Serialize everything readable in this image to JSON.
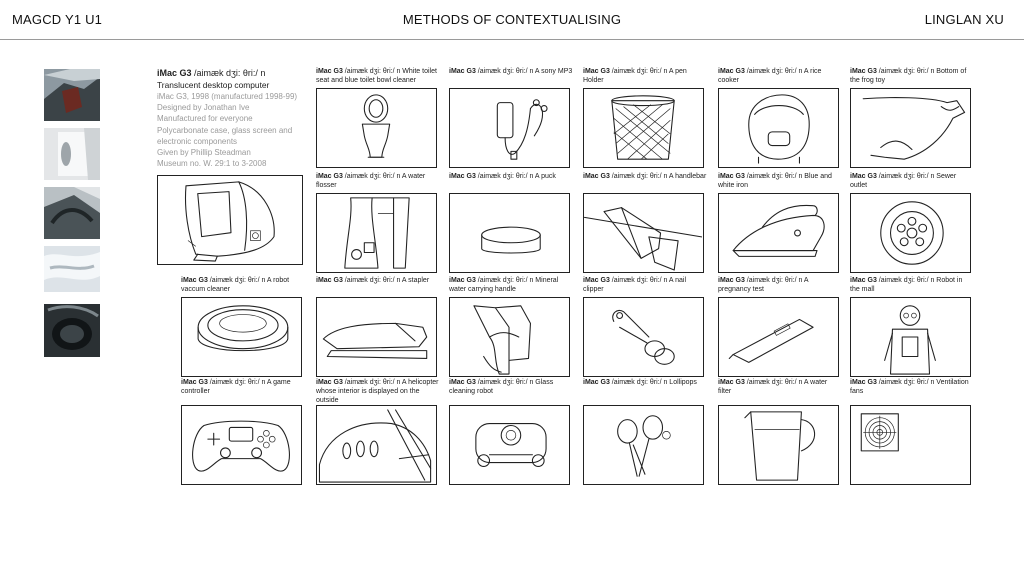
{
  "header": {
    "left": "MAGCD Y1 U1",
    "center": "METHODS OF CONTEXTUALISING",
    "right": "LINGLAN XU"
  },
  "intro": {
    "title_bold": "iMac G3",
    "title_phon": " /aimæk  dʒi: θri:/ n",
    "subtitle": "Translucent desktop computer",
    "lines": [
      "iMac G3, 1998 (manufactured 1998-99)",
      "Designed by Jonathan Ive",
      "Manufactured for everyone",
      "Polycarbonate case, glass screen and",
      "electronic components",
      "Given by Phillip Steadman",
      "Museum no. W. 29:1 to 3-2008"
    ]
  },
  "cells": [
    {
      "bold": "iMac G3",
      "phon": " /aimæk  dʒi: θri:/ n",
      "text": " White toilet seat and blue toilet bowl cleaner",
      "icon": "toilet-icon"
    },
    {
      "bold": "iMac G3",
      "phon": " /aimæk  dʒi: θri:/ n",
      "text": " A sony MP3",
      "icon": "mp3-player-icon"
    },
    {
      "bold": "iMac G3",
      "phon": " /aimæk  dʒi: θri:/ n",
      "text": " A pen Holder",
      "icon": "pen-holder-icon"
    },
    {
      "bold": "iMac G3",
      "phon": " /aimæk  dʒi: θri:/ n",
      "text": " A rice cooker",
      "icon": "rice-cooker-icon"
    },
    {
      "bold": "iMac G3",
      "phon": " /aimæk  dʒi: θri:/ n",
      "text": " Bottom of the frog toy",
      "icon": "frog-toy-icon"
    },
    {
      "bold": "iMac G3",
      "phon": " /aimæk  dʒi: θri:/ n",
      "text": " A water flosser",
      "icon": "water-flosser-icon"
    },
    {
      "bold": "iMac G3",
      "phon": " /aimæk  dʒi: θri:/ n",
      "text": " A puck",
      "icon": "puck-icon"
    },
    {
      "bold": "iMac G3",
      "phon": " /aimæk  dʒi: θri:/ n",
      "text": " A handlebar",
      "icon": "handlebar-icon"
    },
    {
      "bold": "iMac G3",
      "phon": " /aimæk  dʒi: θri:/ n",
      "text": " Blue and white iron",
      "icon": "iron-icon"
    },
    {
      "bold": "iMac G3",
      "phon": " /aimæk  dʒi: θri:/ n",
      "text": " Sewer outlet",
      "icon": "sewer-outlet-icon"
    },
    {
      "bold": "iMac G3",
      "phon": " /aimæk  dʒi: θri:/ n",
      "text": " A robot vaccum cleaner",
      "icon": "robot-vacuum-icon"
    },
    {
      "bold": "iMac G3",
      "phon": " /aimæk  dʒi: θri:/ n",
      "text": " A stapler",
      "icon": "stapler-icon"
    },
    {
      "bold": "iMac G3",
      "phon": " /aimæk  dʒi: θri:/ n",
      "text": " Mineral water carrying handle",
      "icon": "water-handle-icon"
    },
    {
      "bold": "iMac G3",
      "phon": " /aimæk  dʒi: θri:/ n",
      "text": " A nail clipper",
      "icon": "nail-clipper-icon"
    },
    {
      "bold": "iMac G3",
      "phon": " /aimæk  dʒi: θri:/ n",
      "text": " A pregnancy test",
      "icon": "pregnancy-test-icon"
    },
    {
      "bold": "iMac G3",
      "phon": " /aimæk  dʒi: θri:/ n",
      "text": " Robot in the mall",
      "icon": "mall-robot-icon"
    },
    {
      "bold": "iMac G3",
      "phon": " /aimæk  dʒi: θri:/ n",
      "text": " A game controller",
      "icon": "game-controller-icon"
    },
    {
      "bold": "iMac G3",
      "phon": " /aimæk  dʒi: θri:/ n",
      "text": " A helicopter whose interior is displayed on the outside",
      "icon": "helicopter-icon"
    },
    {
      "bold": "iMac G3",
      "phon": " /aimæk  dʒi: θri:/ n",
      "text": " Glass cleaning robot",
      "icon": "glass-cleaning-robot-icon"
    },
    {
      "bold": "iMac G3",
      "phon": " /aimæk  dʒi: θri:/ n",
      "text": " Lollipops",
      "icon": "lollipops-icon"
    },
    {
      "bold": "iMac G3",
      "phon": " /aimæk  dʒi: θri:/ n",
      "text": " A water filter",
      "icon": "water-filter-icon"
    },
    {
      "bold": "iMac G3",
      "phon": " /aimæk  dʒi: θri:/ n",
      "text": " Ventilation fans",
      "icon": "ventilation-fan-icon"
    }
  ]
}
